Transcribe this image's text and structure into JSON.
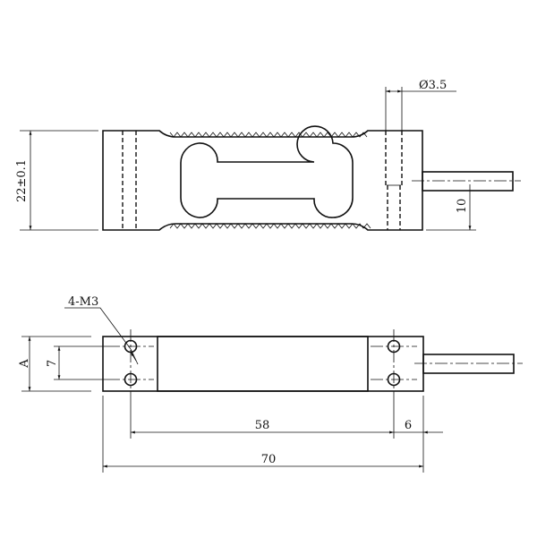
{
  "drawing": {
    "top_view": {
      "height_dim": "22±0.1",
      "cable_diameter_dim": "Ø3.5",
      "cable_offset_dim": "10"
    },
    "bottom_view": {
      "hole_callout": "4-M3",
      "width_dim": "A",
      "hole_spacing_dim": "7",
      "hole_pitch_dim": "58",
      "end_offset_dim": "6",
      "length_dim": "70"
    },
    "colors": {
      "line": "#111111",
      "background": "#ffffff"
    }
  }
}
